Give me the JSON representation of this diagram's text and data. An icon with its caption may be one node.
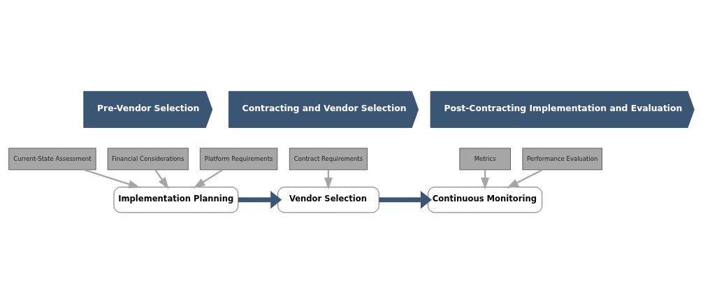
{
  "diagram": {
    "nodes": [
      {
        "text": [
          "Pre-Vendor Selection"
        ]
      },
      {
        "text": [
          "Contracting and Vendor Selection"
        ]
      },
      {
        "text": [
          "Post-Contracting Implementation and Evaluation"
        ]
      },
      {
        "text": [
          "Current-State Assessment"
        ]
      },
      {
        "text": [
          "Financial Considerations"
        ]
      },
      {
        "text": [
          "Platform Requirements"
        ]
      },
      {
        "text": [
          "Contract Requirements"
        ]
      },
      {
        "text": [
          "Metrics"
        ]
      },
      {
        "text": [
          "Performance Evaluation"
        ]
      },
      {
        "text": [
          "Implementation Planning"
        ]
      },
      {
        "text": [
          "Vendor Selection"
        ]
      },
      {
        "text": [
          "Continuous Monitoring"
        ]
      }
    ],
    "edges": [
      {
        "from": 3,
        "to": 9,
        "arrow": "to"
      },
      {
        "from": 4,
        "to": 9,
        "arrow": "to"
      },
      {
        "from": 5,
        "to": 9,
        "arrow": "to"
      },
      {
        "from": 6,
        "to": 10,
        "arrow": "to"
      },
      {
        "from": 7,
        "to": 11,
        "arrow": "to"
      },
      {
        "from": 8,
        "to": 11,
        "arrow": "to"
      },
      {
        "from": 9,
        "to": 10,
        "arrow": "to",
        "style": "thick",
        "color": "#3b5675"
      },
      {
        "from": 10,
        "to": 11,
        "arrow": "to",
        "style": "thick",
        "color": "#3b5675"
      }
    ]
  }
}
